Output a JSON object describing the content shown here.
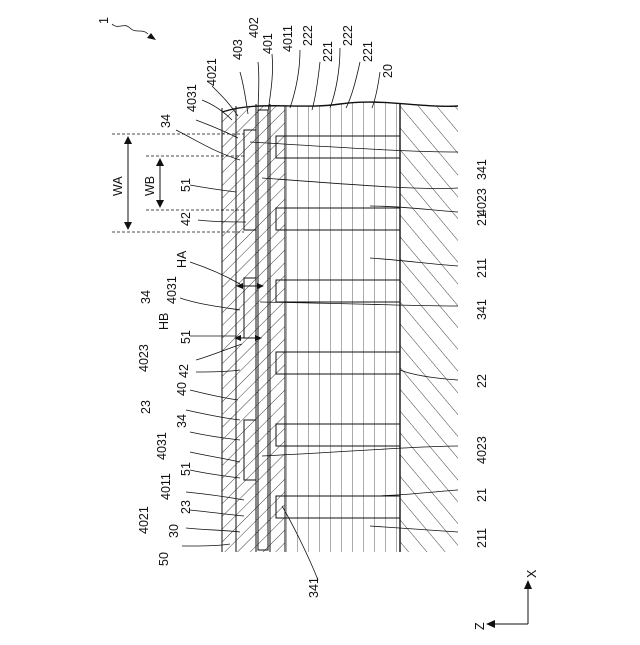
{
  "diagram": {
    "labels": {
      "device": "1",
      "l20": "20",
      "l221a": "221",
      "l222a": "222",
      "l221b": "221",
      "l222b": "222",
      "l4011a": "4011",
      "l401": "401",
      "l402": "402",
      "l403": "403",
      "l4021a": "4021",
      "l4031a": "4031",
      "l34a": "34",
      "l51a": "51",
      "l42a": "42",
      "lWA": "WA",
      "lWB": "WB",
      "lHA": "HA",
      "l4031b": "4031",
      "l34b": "34",
      "lHB": "HB",
      "l51b": "51",
      "l4023a": "4023",
      "l42b": "42",
      "l40": "40",
      "l23a": "23",
      "l34c": "34",
      "l4031c": "4031",
      "l51c": "51",
      "l4011b": "4011",
      "l23b": "23",
      "l4021b": "4021",
      "l30": "30",
      "l50": "50",
      "l341a": "341",
      "l4023b": "4023",
      "l21a": "21",
      "l211a": "211",
      "l341b": "341",
      "l22": "22",
      "l4023c": "4023",
      "l21b": "21",
      "l211b": "211",
      "l341c": "341"
    },
    "axes": {
      "x_label": "X",
      "z_label": "Z"
    }
  }
}
